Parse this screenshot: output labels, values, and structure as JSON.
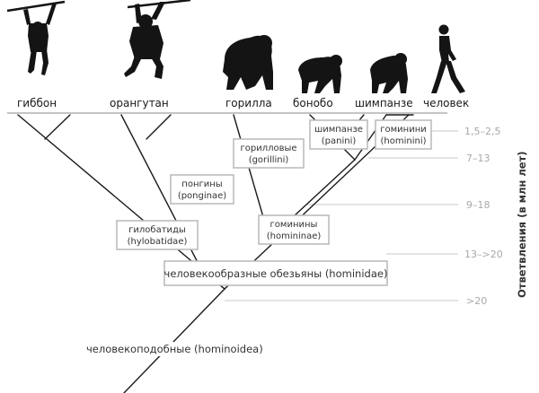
{
  "species": {
    "gibbon": "гиббон",
    "orangutan": "орангутан",
    "gorilla": "горилла",
    "bonobo": "бонобо",
    "chimpanzee": "шимпанзе",
    "human": "человек"
  },
  "time_ticks": {
    "t1": "1,5–2,5",
    "t2": "7–13",
    "t3": "9–18",
    "t4": "13–>20",
    "t5": ">20"
  },
  "axis_label": "Ответвления (в млн лет)",
  "clades": {
    "panini": {
      "line1": "шимпанзе",
      "line2": "(panini)"
    },
    "hominini": {
      "line1": "гоминини",
      "line2": "(hominini)"
    },
    "gorillini": {
      "line1": "горилловые",
      "line2": "(gorillini)"
    },
    "ponginae": {
      "line1": "понгины",
      "line2": "(ponginae)"
    },
    "homininae": {
      "line1": "гоминины",
      "line2": "(homininae)"
    },
    "hylobatidae": {
      "line1": "гилобатиды",
      "line2": "(hylobatidae)"
    },
    "hominidae": {
      "line1": "человекообразные обезьяны (hominidae)"
    },
    "hominoidea": {
      "line1": "человекоподобные (hominoidea)"
    }
  }
}
